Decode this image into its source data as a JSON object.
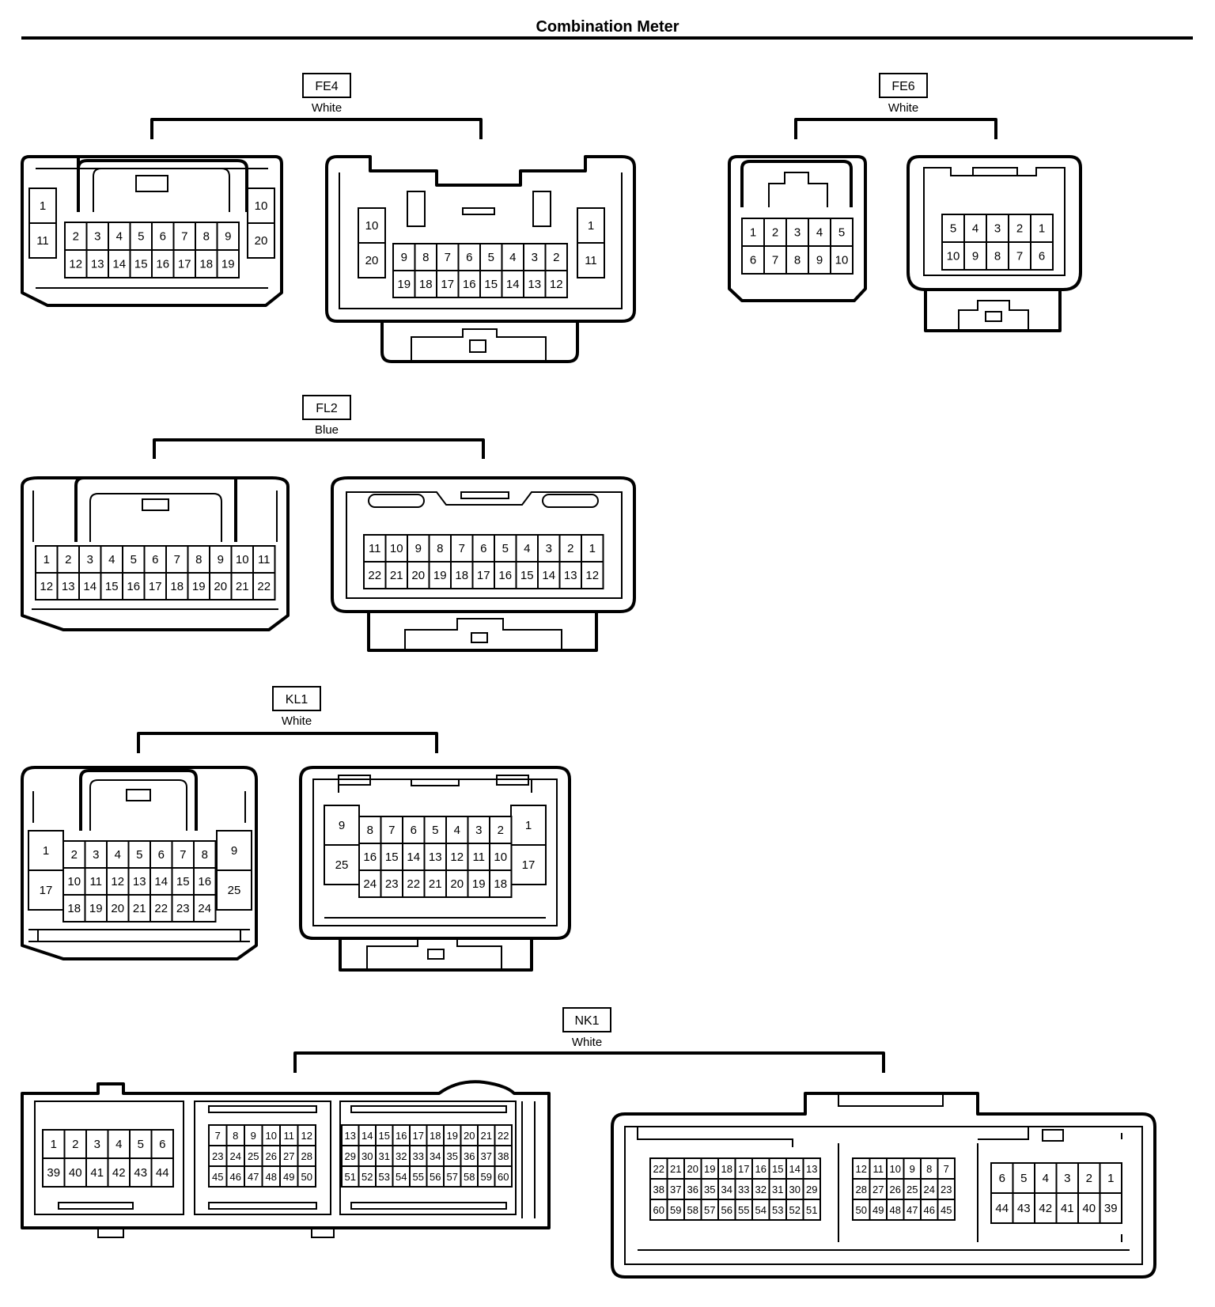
{
  "title": "Combination Meter",
  "connectors": {
    "FE4": {
      "code": "FE4",
      "color": "White",
      "female": {
        "left": [
          "1",
          "11"
        ],
        "right": [
          "10",
          "20"
        ],
        "grid": [
          [
            "2",
            "3",
            "4",
            "5",
            "6",
            "7",
            "8",
            "9"
          ],
          [
            "12",
            "13",
            "14",
            "15",
            "16",
            "17",
            "18",
            "19"
          ]
        ]
      },
      "male": {
        "left": [
          "10",
          "20"
        ],
        "right": [
          "1",
          "11"
        ],
        "grid": [
          [
            "9",
            "8",
            "7",
            "6",
            "5",
            "4",
            "3",
            "2"
          ],
          [
            "19",
            "18",
            "17",
            "16",
            "15",
            "14",
            "13",
            "12"
          ]
        ]
      }
    },
    "FE6": {
      "code": "FE6",
      "color": "White",
      "female": {
        "grid": [
          [
            "1",
            "2",
            "3",
            "4",
            "5"
          ],
          [
            "6",
            "7",
            "8",
            "9",
            "10"
          ]
        ]
      },
      "male": {
        "grid": [
          [
            "5",
            "4",
            "3",
            "2",
            "1"
          ],
          [
            "10",
            "9",
            "8",
            "7",
            "6"
          ]
        ]
      }
    },
    "FL2": {
      "code": "FL2",
      "color": "Blue",
      "female": {
        "grid": [
          [
            "1",
            "2",
            "3",
            "4",
            "5",
            "6",
            "7",
            "8",
            "9",
            "10",
            "11"
          ],
          [
            "12",
            "13",
            "14",
            "15",
            "16",
            "17",
            "18",
            "19",
            "20",
            "21",
            "22"
          ]
        ]
      },
      "male": {
        "grid": [
          [
            "11",
            "10",
            "9",
            "8",
            "7",
            "6",
            "5",
            "4",
            "3",
            "2",
            "1"
          ],
          [
            "22",
            "21",
            "20",
            "19",
            "18",
            "17",
            "16",
            "15",
            "14",
            "13",
            "12"
          ]
        ]
      }
    },
    "KL1": {
      "code": "KL1",
      "color": "White",
      "female": {
        "left": [
          "1",
          "17"
        ],
        "right": [
          "9",
          "25"
        ],
        "grid": [
          [
            "2",
            "3",
            "4",
            "5",
            "6",
            "7",
            "8"
          ],
          [
            "10",
            "11",
            "12",
            "13",
            "14",
            "15",
            "16"
          ],
          [
            "18",
            "19",
            "20",
            "21",
            "22",
            "23",
            "24"
          ]
        ]
      },
      "male": {
        "left": [
          "9",
          "25"
        ],
        "right": [
          "1",
          "17"
        ],
        "grid": [
          [
            "8",
            "7",
            "6",
            "5",
            "4",
            "3",
            "2"
          ],
          [
            "16",
            "15",
            "14",
            "13",
            "12",
            "11",
            "10"
          ],
          [
            "24",
            "23",
            "22",
            "21",
            "20",
            "19",
            "18"
          ]
        ]
      }
    },
    "NK1": {
      "code": "NK1",
      "color": "White",
      "female": {
        "block_a": [
          [
            "1",
            "2",
            "3",
            "4",
            "5",
            "6"
          ],
          [
            "39",
            "40",
            "41",
            "42",
            "43",
            "44"
          ]
        ],
        "block_b": [
          [
            "7",
            "8",
            "9",
            "10",
            "11",
            "12"
          ],
          [
            "23",
            "24",
            "25",
            "26",
            "27",
            "28"
          ],
          [
            "45",
            "46",
            "47",
            "48",
            "49",
            "50"
          ]
        ],
        "block_c": [
          [
            "13",
            "14",
            "15",
            "16",
            "17",
            "18",
            "19",
            "20",
            "21",
            "22"
          ],
          [
            "29",
            "30",
            "31",
            "32",
            "33",
            "34",
            "35",
            "36",
            "37",
            "38"
          ],
          [
            "51",
            "52",
            "53",
            "54",
            "55",
            "56",
            "57",
            "58",
            "59",
            "60"
          ]
        ]
      },
      "male": {
        "block_a": [
          [
            "22",
            "21",
            "20",
            "19",
            "18",
            "17",
            "16",
            "15",
            "14",
            "13"
          ],
          [
            "38",
            "37",
            "36",
            "35",
            "34",
            "33",
            "32",
            "31",
            "30",
            "29"
          ],
          [
            "60",
            "59",
            "58",
            "57",
            "56",
            "55",
            "54",
            "53",
            "52",
            "51"
          ]
        ],
        "block_b": [
          [
            "12",
            "11",
            "10",
            "9",
            "8",
            "7"
          ],
          [
            "28",
            "27",
            "26",
            "25",
            "24",
            "23"
          ],
          [
            "50",
            "49",
            "48",
            "47",
            "46",
            "45"
          ]
        ],
        "block_c": [
          [
            "6",
            "5",
            "4",
            "3",
            "2",
            "1"
          ],
          [
            "44",
            "43",
            "42",
            "41",
            "40",
            "39"
          ]
        ]
      }
    }
  }
}
